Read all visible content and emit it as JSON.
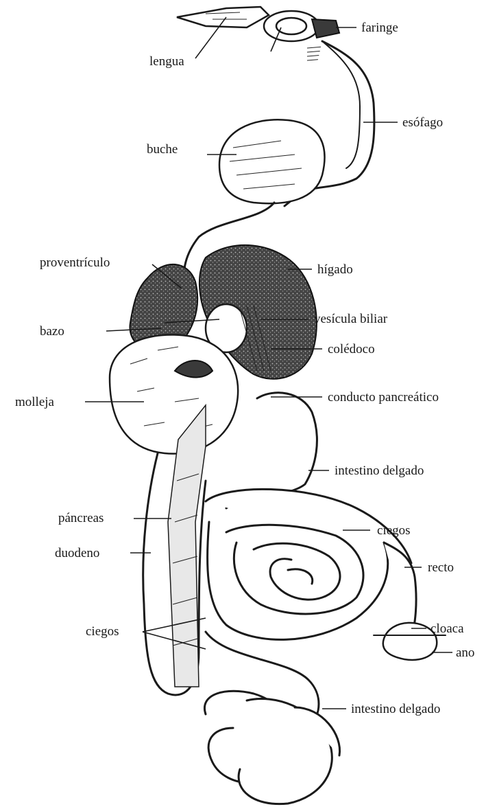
{
  "labels": {
    "lengua": "lengua",
    "faringe": "faringe",
    "esofago": "esófago",
    "buche": "buche",
    "proventriculo": "proventrículo",
    "higado": "hígado",
    "bazo": "bazo",
    "vesicula": "vesícula biliar",
    "coledoco": "colédoco",
    "molleja": "molleja",
    "conducto_pancreatico": "conducto pancreático",
    "intestino_delgado_1": "intestino delgado",
    "pancreas": "páncreas",
    "ciegos_1": "ciegos",
    "duodeno": "duodeno",
    "recto": "recto",
    "ciegos_2": "ciegos",
    "cloaca": "cloaca",
    "ano": "ano",
    "intestino_delgado_2": "intestino delgado"
  }
}
